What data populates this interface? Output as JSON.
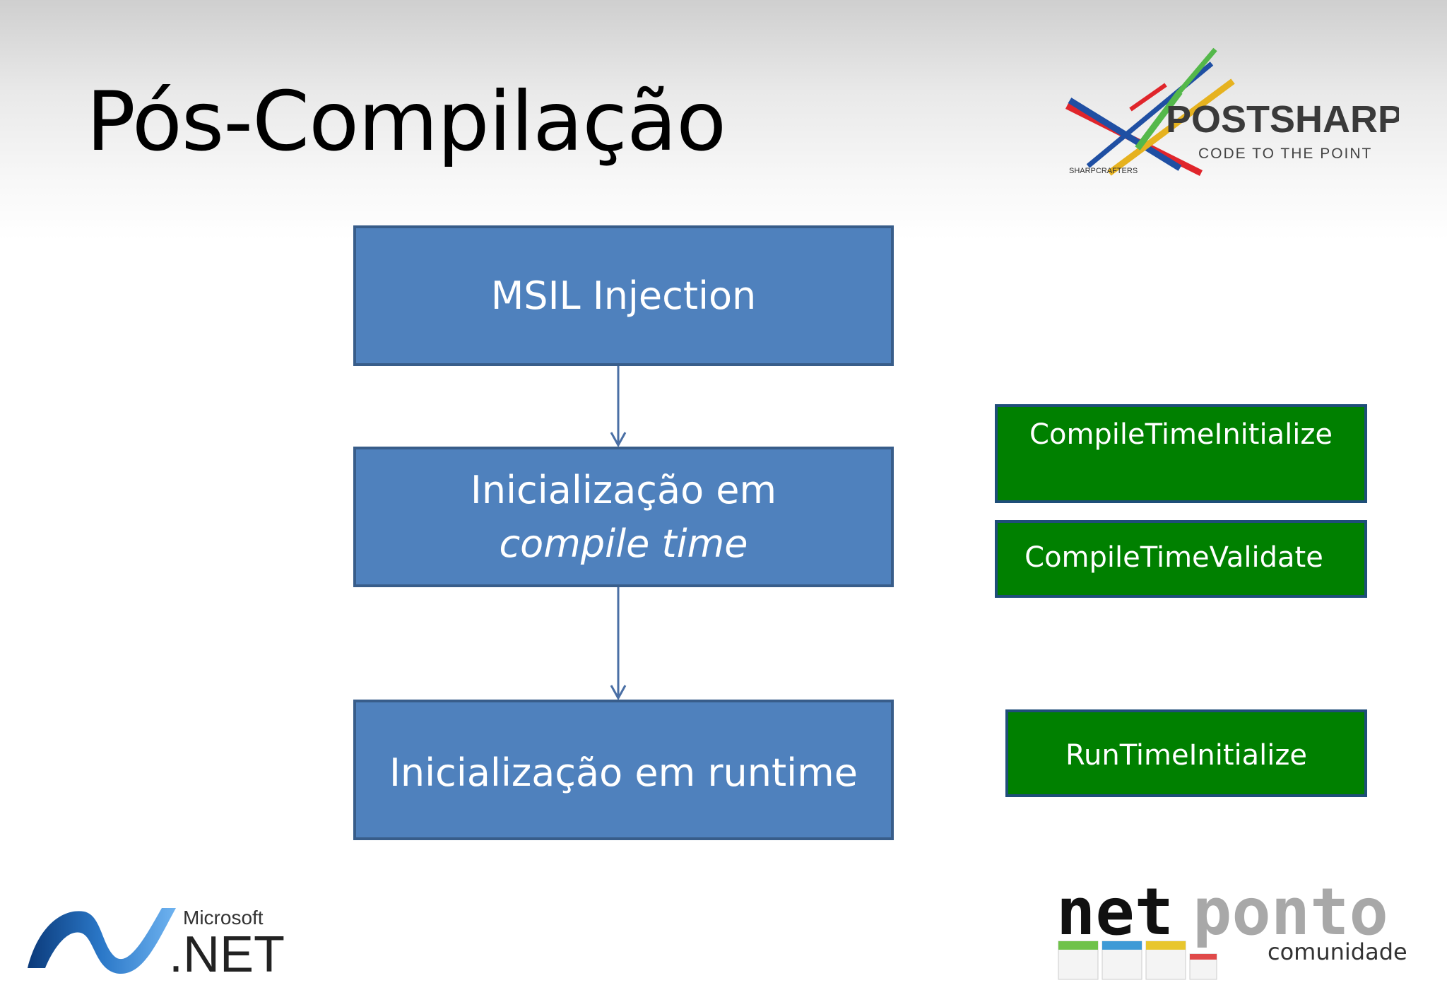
{
  "slide": {
    "title": "Pós-Compilação"
  },
  "flow": {
    "step1": "MSIL Injection",
    "step2_a": "Inicialização em ",
    "step2_b": "compile time",
    "step3": "Inicialização em runtime"
  },
  "methods": {
    "compile_init": "CompileTimeInitialize",
    "compile_validate": "CompileTimeValidate",
    "runtime_init": "RunTimeInitialize"
  },
  "logos": {
    "postsharp_name": "POSTSHARP",
    "postsharp_tagline": "CODE TO THE POINT",
    "postsharp_maker": "SHARPCRAFTERS",
    "dotnet_vendor": "Microsoft",
    "dotnet_name": ".NET",
    "netponto_a": "net",
    "netponto_b": "ponto",
    "netponto_sub": "comunidade"
  },
  "colors": {
    "box_blue": "#4f81bd",
    "box_blue_border": "#385d8a",
    "box_green": "#008000",
    "box_green_border": "#1f4e79"
  }
}
